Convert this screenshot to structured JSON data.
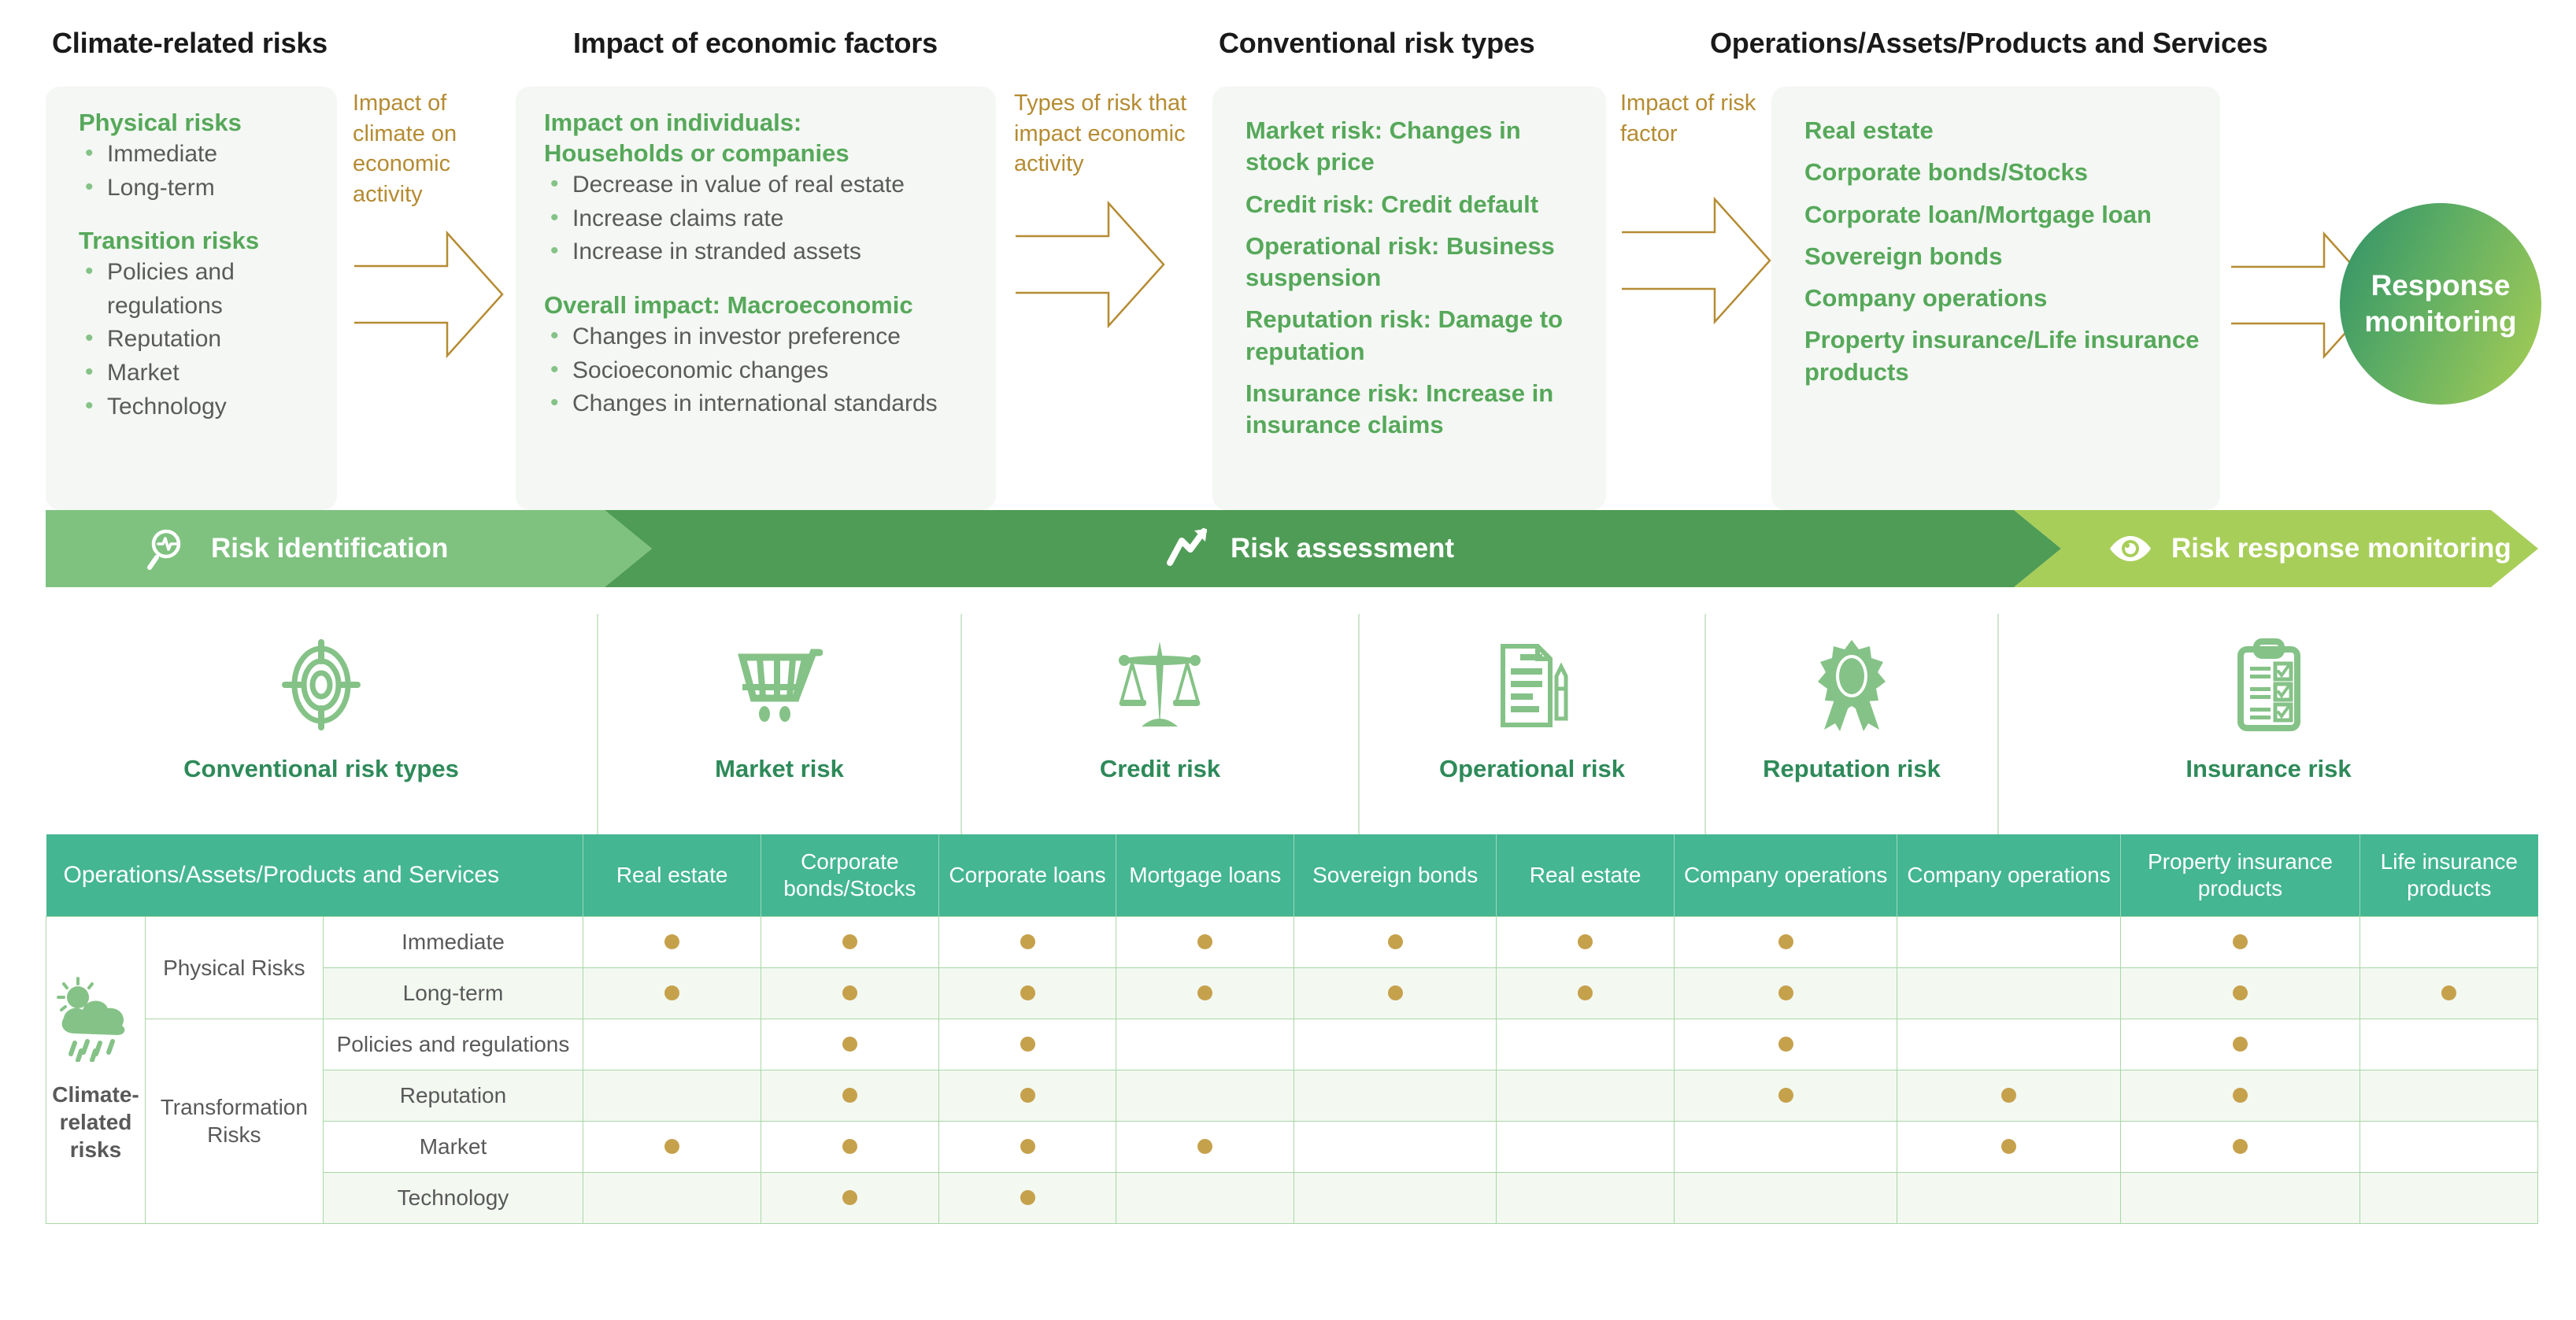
{
  "flow": {
    "columns": [
      {
        "title": "Climate-related risks",
        "groups": [
          {
            "heading": "Physical risks",
            "items": [
              "Immediate",
              "Long-term"
            ]
          },
          {
            "heading": "Transition risks",
            "items": [
              "Policies and regulations",
              "Reputation",
              "Market",
              "Technology"
            ]
          }
        ]
      },
      {
        "title": "Impact of economic factors",
        "groups": [
          {
            "heading": "Impact on individuals:\nHouseholds or companies",
            "items": [
              "Decrease in value of real estate",
              "Increase claims rate",
              "Increase in stranded assets"
            ]
          },
          {
            "heading": "Overall impact: Macroeconomic",
            "items": [
              "Changes in investor preference",
              "Socioeconomic changes",
              "Changes in international standards"
            ]
          }
        ]
      },
      {
        "title": "Conventional risk types",
        "list": [
          "Market risk: Changes in stock price",
          "Credit risk: Credit default",
          "Operational risk: Business suspension",
          "Reputation risk: Damage to reputation",
          "Insurance risk: Increase in insurance claims"
        ]
      },
      {
        "title": "Operations/Assets/Products and Services",
        "list": [
          "Real estate",
          "Corporate bonds/Stocks",
          "Corporate loan/Mortgage loan",
          "Sovereign bonds",
          "Company operations",
          "Property insurance/Life insurance products"
        ]
      }
    ],
    "connectors": [
      "Impact of climate on economic activity",
      "Types of risk that impact economic activity",
      "Impact of risk factor",
      ""
    ],
    "response_circle": "Response monitoring"
  },
  "banner": {
    "phases": [
      {
        "label": "Risk identification",
        "icon": "magnifier-pulse-icon",
        "color": "#7FC280"
      },
      {
        "label": "Risk assessment",
        "icon": "trend-arrow-icon",
        "color": "#4F9C56"
      },
      {
        "label": "Risk response monitoring",
        "icon": "eye-icon",
        "color": "#A8CE5A"
      }
    ]
  },
  "icon_row": [
    {
      "label": "Conventional risk types",
      "icon": "target-icon"
    },
    {
      "label": "Market risk",
      "icon": "shopping-cart-icon"
    },
    {
      "label": "Credit risk",
      "icon": "balance-scale-icon"
    },
    {
      "label": "Operational risk",
      "icon": "document-pen-icon"
    },
    {
      "label": "Reputation risk",
      "icon": "award-ribbon-icon"
    },
    {
      "label": "Insurance risk",
      "icon": "clipboard-check-icon"
    }
  ],
  "matrix": {
    "corner_header": "Operations/Assets/Products and Services",
    "columns": [
      "Real estate",
      "Corporate bonds/Stocks",
      "Corporate loans",
      "Mortgage loans",
      "Sovereign bonds",
      "Real estate",
      "Company operations",
      "Company operations",
      "Property insurance products",
      "Life insurance products"
    ],
    "row_group_label": "Climate-related risks",
    "row_group_icon": "weather-cloud-sun-rain-icon",
    "subgroups": [
      {
        "label": "Physical Risks",
        "rows": 2
      },
      {
        "label": "Transformation Risks",
        "rows": 4
      }
    ],
    "rows": [
      {
        "label": "Immediate",
        "dots": [
          1,
          1,
          1,
          1,
          1,
          1,
          1,
          0,
          1,
          0
        ]
      },
      {
        "label": "Long-term",
        "dots": [
          1,
          1,
          1,
          1,
          1,
          1,
          1,
          0,
          1,
          1
        ]
      },
      {
        "label": "Policies and regulations",
        "dots": [
          0,
          1,
          1,
          0,
          0,
          0,
          1,
          0,
          1,
          0
        ]
      },
      {
        "label": "Reputation",
        "dots": [
          0,
          1,
          1,
          0,
          0,
          0,
          1,
          1,
          1,
          0
        ]
      },
      {
        "label": "Market",
        "dots": [
          1,
          1,
          1,
          1,
          0,
          0,
          0,
          1,
          1,
          0
        ]
      },
      {
        "label": "Technology",
        "dots": [
          0,
          1,
          1,
          0,
          0,
          0,
          0,
          0,
          0,
          0
        ]
      }
    ]
  },
  "colors": {
    "header_green": "#44B691",
    "dot_gold": "#C6A14C",
    "arrow_gold": "#B58B32",
    "card_bg": "#F4F7F3",
    "heading_green": "#56A85A",
    "label_green": "#2E8A59"
  }
}
